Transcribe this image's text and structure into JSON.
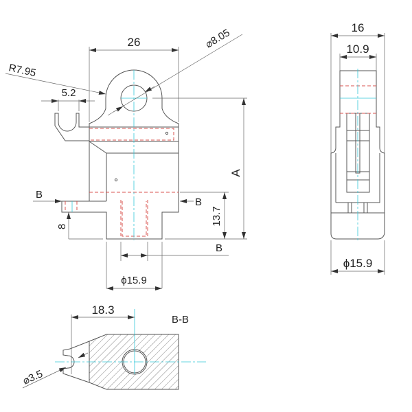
{
  "front_view": {
    "dim_width": "26",
    "dim_hole_dia": "⌀8.05",
    "dim_radius": "R7.95",
    "dim_slot": "5.2",
    "dim_height": "A",
    "dim_flange_height": "13.7",
    "dim_tab_height": "8",
    "dim_stem_dia": "ϕ15.9",
    "section_mark_left": "B",
    "section_mark_right": "B",
    "label_base": "B"
  },
  "side_view": {
    "dim_overall_width": "16",
    "dim_top_width": "10.9",
    "dim_base_dia": "ϕ15.9"
  },
  "section_view": {
    "title": "B-B",
    "dim_offset": "18.3",
    "dim_small_hole": "⌀3.5"
  },
  "colors": {
    "outline": "#555555",
    "hidden": "#d9534f",
    "center": "#33c8d8"
  }
}
